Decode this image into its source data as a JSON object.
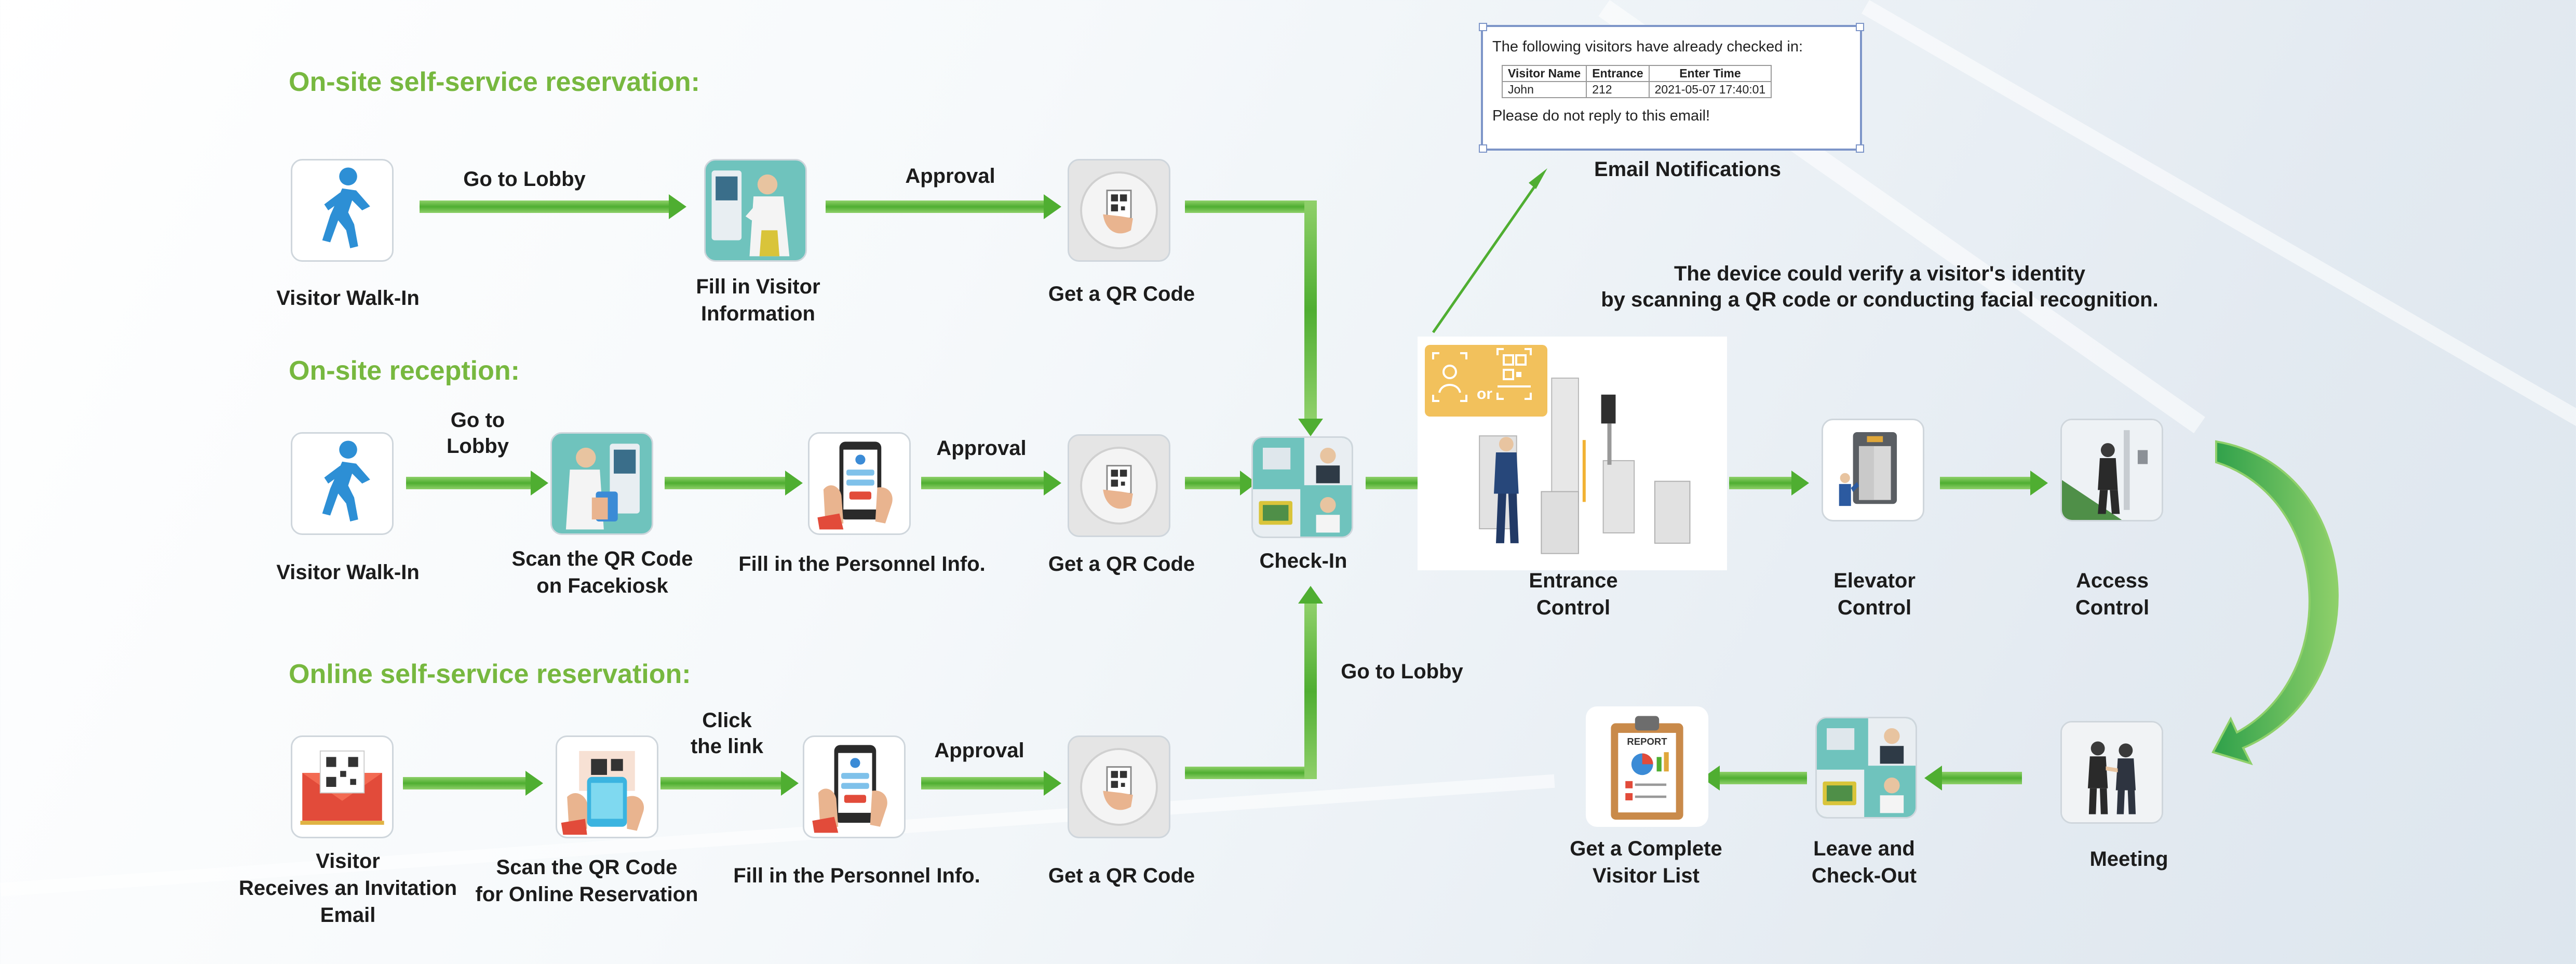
{
  "headings": {
    "onsite_self": "On-site self-service reservation:",
    "onsite_reception": "On-site reception:",
    "online_self": "Online self-service reservation:"
  },
  "row1": {
    "walkin": [
      "Visitor Walk-In"
    ],
    "fill": [
      "Fill in Visitor",
      "Information"
    ],
    "qr": [
      "Get a QR Code"
    ],
    "edge_lobby": [
      "Go to Lobby"
    ],
    "edge_approval": [
      "Approval"
    ]
  },
  "row2": {
    "walkin": [
      "Visitor Walk-In"
    ],
    "scan": [
      "Scan the QR Code",
      "on Facekiosk"
    ],
    "fill": [
      "Fill in the Personnel Info."
    ],
    "qr": [
      "Get a QR Code"
    ],
    "checkin": [
      "Check-In"
    ],
    "edge_lobby": [
      "Go to",
      "Lobby"
    ],
    "edge_approval": [
      "Approval"
    ]
  },
  "row3": {
    "email": [
      "Visitor",
      "Receives an Invitation",
      "Email"
    ],
    "scan": [
      "Scan the QR Code",
      "for Online Reservation"
    ],
    "fill": [
      "Fill in the Personnel Info."
    ],
    "qr": [
      "Get a QR Code"
    ],
    "edge_click": [
      "Click",
      "the link"
    ],
    "edge_approval": [
      "Approval"
    ],
    "edge_lobby": [
      "Go to Lobby"
    ]
  },
  "right": {
    "entrance": [
      "Entrance",
      "Control"
    ],
    "elevator": [
      "Elevator",
      "Control"
    ],
    "access": [
      "Access",
      "Control"
    ],
    "meeting": [
      "Meeting"
    ],
    "leave": [
      "Leave and",
      "Check-Out"
    ],
    "report": [
      "Get a Complete",
      "Visitor List"
    ],
    "email_notifications": [
      "Email Notifications"
    ],
    "device_note": [
      "The device could verify a visitor's identity",
      "by scanning a QR code or conducting facial recognition."
    ],
    "or_text": "or"
  },
  "email_card": {
    "intro": "The following visitors have already checked in:",
    "headers": [
      "Visitor Name",
      "Entrance",
      "Enter Time"
    ],
    "row": [
      "John",
      "212",
      "2021-05-07 17:40:01"
    ],
    "footer": "Please do not reply to this email!"
  },
  "icons": {
    "walkin": "walking-person-icon",
    "kiosk": "kiosk-icon",
    "qr_card": "qr-card-icon",
    "phone_form": "phone-form-icon",
    "email_qr": "email-qr-icon",
    "checkin": "check-in-icon",
    "turnstile": "turnstile-icon",
    "elevator": "elevator-icon",
    "door": "door-access-icon",
    "meeting": "meeting-icon",
    "report": "report-clipboard-icon"
  },
  "colors": {
    "arrow": "#5cb63c",
    "arrow_edge": "#8fd06a",
    "heading": "#77b83f",
    "badge": "#f2c15c",
    "teal": "#6fc3bd"
  }
}
